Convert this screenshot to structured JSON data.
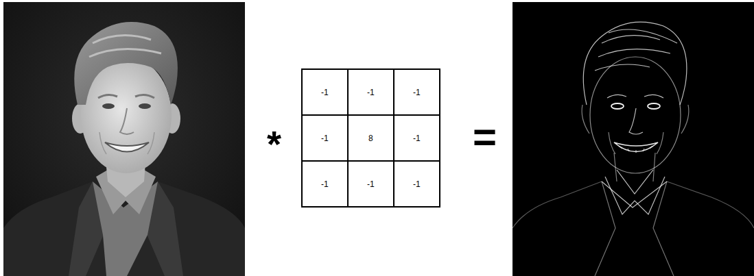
{
  "diagram": {
    "labels": [
      "*",
      "-1",
      "-1",
      "-1",
      "-1",
      "8",
      "-1",
      "-1",
      "-1",
      "-1",
      "="
    ]
  }
}
